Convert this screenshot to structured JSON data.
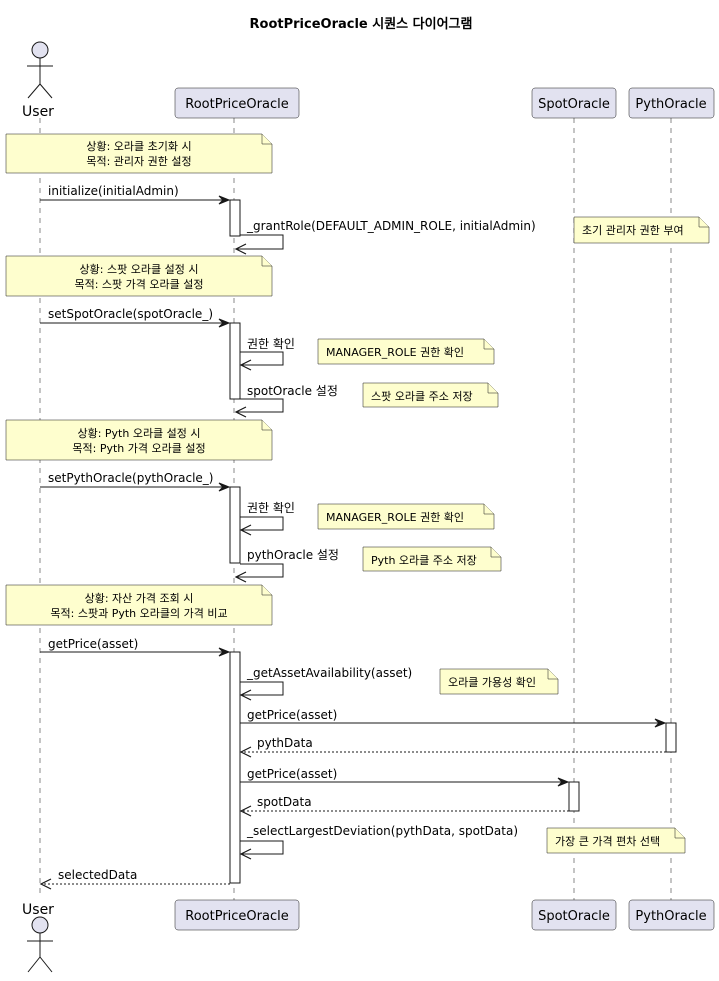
{
  "title": "RootPriceOracle 시퀀스 다이어그램",
  "participants": {
    "user": "User",
    "root": "RootPriceOracle",
    "spot": "SpotOracle",
    "pyth": "PythOracle"
  },
  "notes": {
    "n1": [
      "상황: 오라클 초기화 시",
      "목적: 관리자 권한 설정"
    ],
    "n2": [
      "초기 관리자 권한 부여"
    ],
    "n3": [
      "상황: 스팟 오라클 설정 시",
      "목적: 스팟 가격 오라클 설정"
    ],
    "n4": [
      "MANAGER_ROLE 권한 확인"
    ],
    "n5": [
      "스팟 오라클 주소 저장"
    ],
    "n6": [
      "상황: Pyth 오라클 설정 시",
      "목적: Pyth 가격 오라클 설정"
    ],
    "n7": [
      "MANAGER_ROLE 권한 확인"
    ],
    "n8": [
      "Pyth 오라클 주소 저장"
    ],
    "n9": [
      "상황: 자산 가격 조회 시",
      "목적: 스팟과 Pyth 오라클의 가격 비교"
    ],
    "n10": [
      "오라클 가용성 확인"
    ],
    "n11": [
      "가장 큰 가격 편차 선택"
    ]
  },
  "messages": {
    "m1": "initialize(initialAdmin)",
    "m2": "_grantRole(DEFAULT_ADMIN_ROLE, initialAdmin)",
    "m3": "setSpotOracle(spotOracle_)",
    "m4": "권한 확인",
    "m5": "spotOracle 설정",
    "m6": "setPythOracle(pythOracle_)",
    "m7": "권한 확인",
    "m8": "pythOracle 설정",
    "m9": "getPrice(asset)",
    "m10": "_getAssetAvailability(asset)",
    "m11": "getPrice(asset)",
    "m12": "pythData",
    "m13": "getPrice(asset)",
    "m14": "spotData",
    "m15": "_selectLargestDeviation(pythData, spotData)",
    "m16": "selectedData"
  }
}
